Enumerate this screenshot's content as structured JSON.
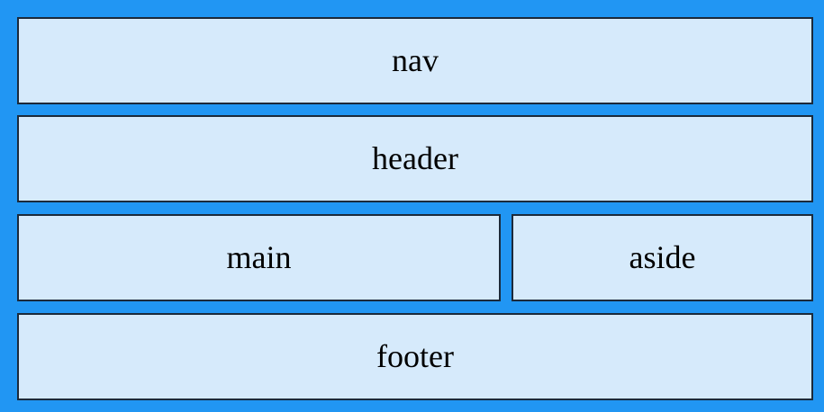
{
  "colors": {
    "background": "#2196f3",
    "cell_fill": "#d6eafb",
    "cell_border": "#1c2a3a",
    "text": "#000000"
  },
  "layout": {
    "nav": {
      "label": "nav"
    },
    "header": {
      "label": "header"
    },
    "main": {
      "label": "main"
    },
    "aside": {
      "label": "aside"
    },
    "footer": {
      "label": "footer"
    }
  }
}
